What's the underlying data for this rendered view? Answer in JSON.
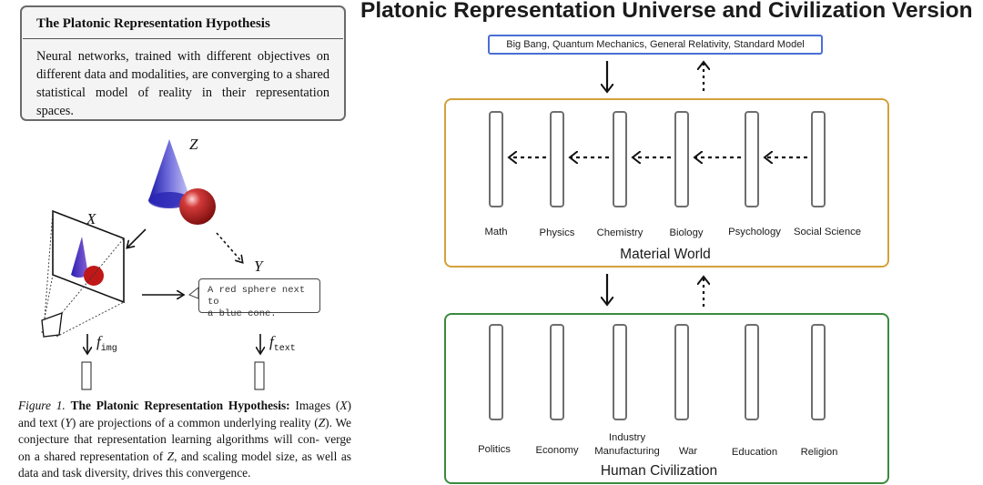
{
  "left_panel": {
    "hypothesis_box": {
      "title": "The Platonic Representation Hypothesis",
      "body": "Neural networks, trained with different objectives on different data and modalities, are converging to a shared statistical model of reality in their representation spaces."
    },
    "figure": {
      "label_z": "Z",
      "label_x": "X",
      "label_y": "Y",
      "speech_bubble_line1": "A red sphere next to",
      "speech_bubble_line2": "a blue cone.",
      "f_symbol_img": "f",
      "f_sub_img": "img",
      "f_symbol_text": "f",
      "f_sub_text": "text"
    },
    "caption": {
      "figure_label": "Figure 1.",
      "bold_title": "The Platonic Representation Hypothesis:",
      "line1_rest": " Images (",
      "x": "X",
      "line1_close": ")",
      "line2_a": "and text (",
      "y": "Y",
      "line2_b": ") are projections of a common underlying reality (",
      "z": "Z",
      "line2_c": ").",
      "line3": "We conjecture that representation learning algorithms will con-",
      "line4_a": "verge on a shared representation of ",
      "z2": "Z",
      "line4_b": ", and scaling model size, as",
      "line5": "well as data and task diversity, drives this convergence."
    }
  },
  "right_panel": {
    "title": "Platonic Representation Universe and Civilization Version",
    "physics_box": "Big Bang, Quantum Mechanics, General Relativity, Standard Model",
    "material_world": {
      "title": "Material World",
      "border_color": "#d4a13a",
      "fields": [
        "Math",
        "Physics",
        "Chemistry",
        "Biology",
        "Psychology",
        "Social Science"
      ]
    },
    "human_civilization": {
      "title": "Human Civilization",
      "border_color": "#3a8a3e",
      "fields": [
        "Politics",
        "Economy",
        "Industry",
        "Manufacturing",
        "War",
        "Education",
        "Religion"
      ]
    },
    "colors": {
      "physics_border": "#4a6fd4",
      "bar_stroke": "#6e6e6e"
    }
  }
}
